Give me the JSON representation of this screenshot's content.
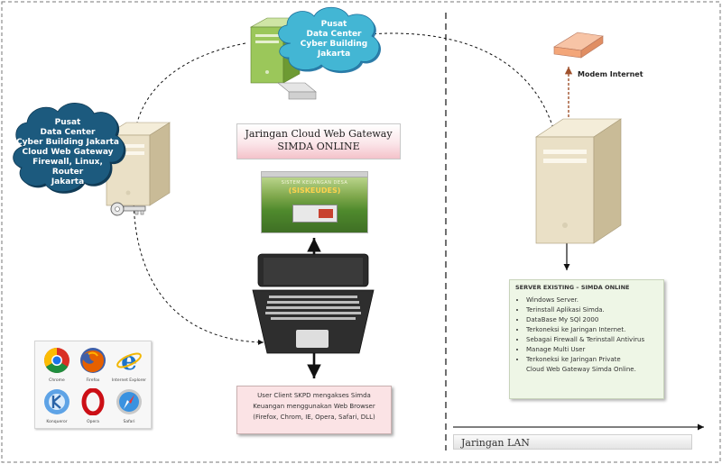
{
  "clouds": {
    "top": {
      "lines": [
        "Pusat",
        "Data Center",
        "Cyber Building",
        "Jakarta"
      ]
    },
    "left": {
      "lines": [
        "Pusat",
        "Data Center",
        "Cyber Building Jakarta",
        "Cloud Web Gateway",
        "Firewall, Linux, Router",
        "Jakarta"
      ]
    }
  },
  "gateway": {
    "title_line1": "Jaringan Cloud Web Gateway",
    "title_line2": "SIMDA ONLINE"
  },
  "app_screen": {
    "subtitle": "SISTEM KEUANGAN DESA",
    "title": "(SISKEUDES)"
  },
  "user_client": {
    "line1": "User Client SKPD mengakses Simda",
    "line2": "Keuangan menggunakan Web Browser",
    "line3": "(Firefox, Chrom, IE, Opera, Safari, DLL)"
  },
  "modem": {
    "label": "Modem Internet"
  },
  "server_existing": {
    "heading": "SERVER EXISTING – SIMDA ONLINE",
    "items": [
      "Windows Server.",
      "Terinstall Aplikasi Simda.",
      "DataBase My SQl 2000",
      "Terkoneksi ke Jaringan Internet.",
      "Sebagai Firewall & Terinstall Antivirus",
      "Manage Multi User",
      "Terkoneksi ke Jaringan Private"
    ],
    "continuation": "Cloud Web Gateway Simda Online."
  },
  "browsers": [
    {
      "label": "Chrome",
      "icon": "chrome-icon"
    },
    {
      "label": "Firefox",
      "icon": "firefox-icon"
    },
    {
      "label": "Internet Explorer",
      "icon": "internet-explorer-icon"
    },
    {
      "label": "Konqueror",
      "icon": "konqueror-icon"
    },
    {
      "label": "Opera",
      "icon": "opera-icon"
    },
    {
      "label": "Safari",
      "icon": "safari-icon"
    }
  ],
  "lan": {
    "label": "Jaringan LAN"
  },
  "colors": {
    "cloud_fill": "#3fb2d0",
    "cloud_dark": "#1d6f9b",
    "server_beige": "#eae0c6",
    "server_green": "#8fbf4d",
    "arrow_black": "#111111",
    "modem_arrow": "#a0522d",
    "modem_orange": "#f3a679"
  }
}
